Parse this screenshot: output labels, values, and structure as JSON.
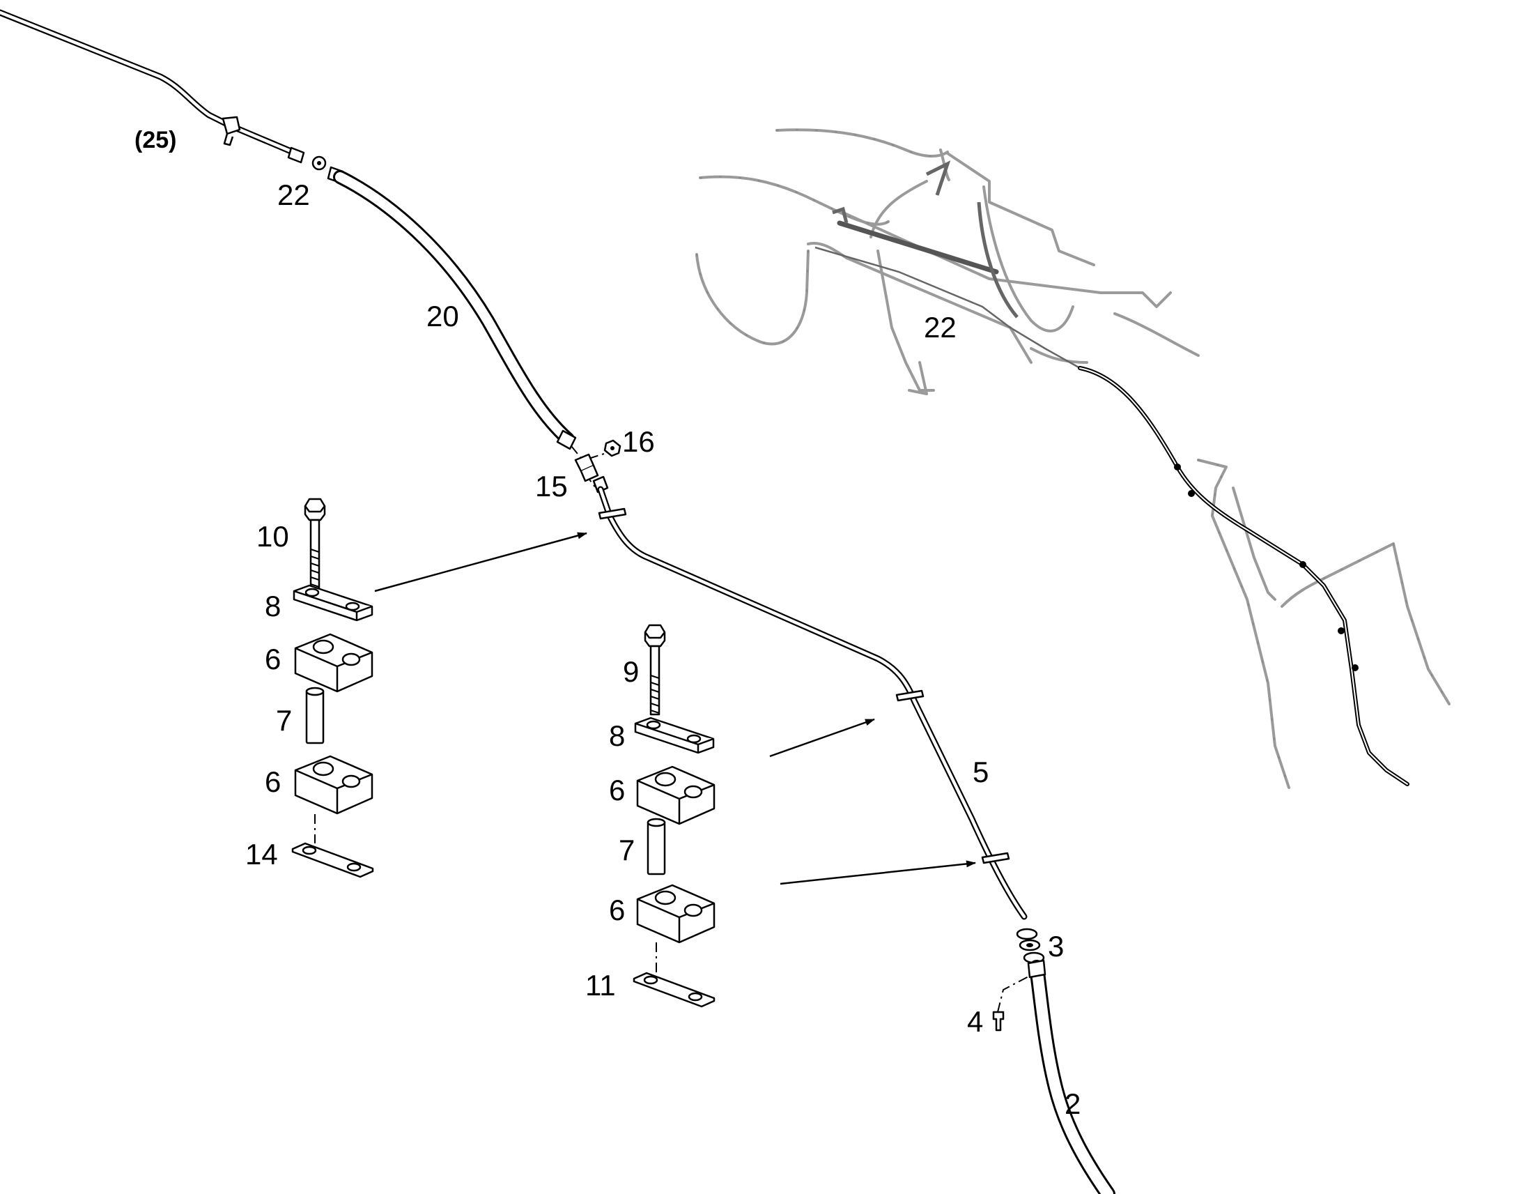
{
  "callouts": {
    "c25": "(25)",
    "c22a": "22",
    "c20": "20",
    "c16": "16",
    "c15": "15",
    "c10": "10",
    "c8a": "8",
    "c6a": "6",
    "c7a": "7",
    "c6b": "6",
    "c14": "14",
    "c9": "9",
    "c8b": "8",
    "c6c": "6",
    "c7b": "7",
    "c6d": "6",
    "c11": "11",
    "c5": "5",
    "c3": "3",
    "c4": "4",
    "c2": "2",
    "c22b": "22"
  }
}
